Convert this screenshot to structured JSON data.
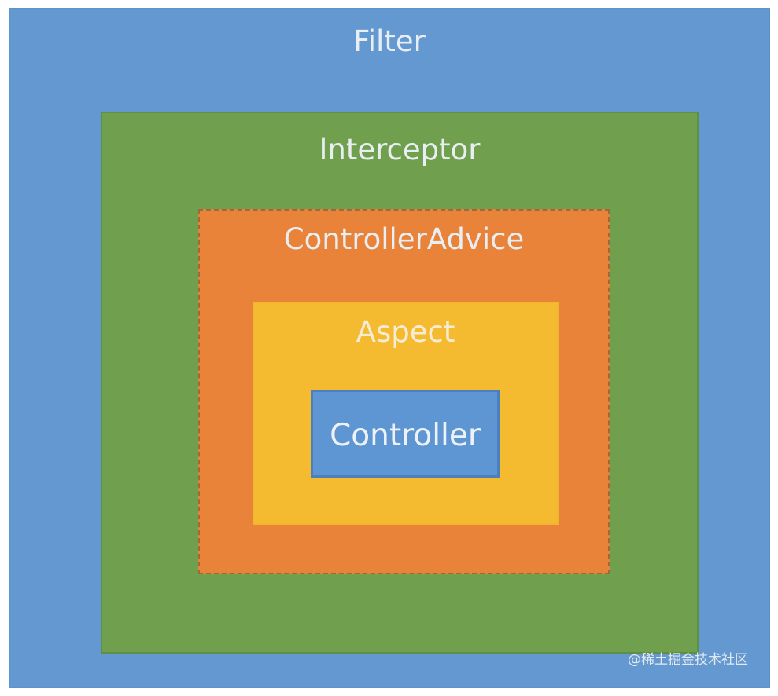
{
  "layers": {
    "filter": {
      "label": "Filter",
      "color": "#6398d1"
    },
    "interceptor": {
      "label": "Interceptor",
      "color": "#70a04e"
    },
    "controller_advice": {
      "label": "ControllerAdvice",
      "color": "#e9833a"
    },
    "aspect": {
      "label": "Aspect",
      "color": "#f4bb30"
    },
    "controller": {
      "label": "Controller",
      "color": "#5d96d2"
    }
  },
  "watermark": "@稀土掘金技术社区"
}
